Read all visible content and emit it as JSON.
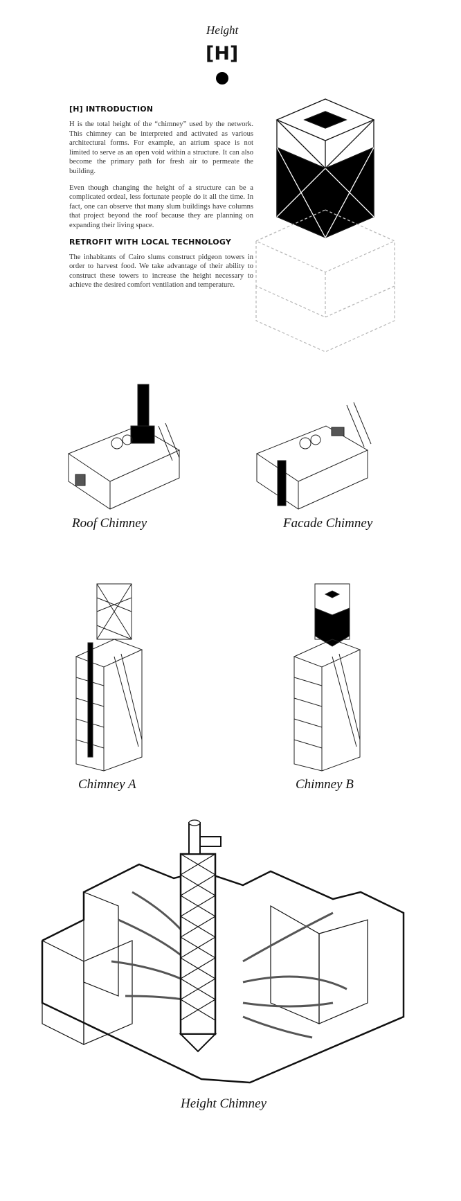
{
  "header": {
    "title": "Height",
    "code": "[H]",
    "marker": "filled-circle"
  },
  "intro": {
    "heading": "[H] INTRODUCTION",
    "paragraphs": [
      "H is the total height of the “chimney” used by the network. This chimney can be interpreted and activated as various architectural forms. For example, an atrium space is not limited to serve as an open void within a structure. It can also become the primary path for fresh air to permeate the building.",
      "Even though changing the height of a structure can be a complicated ordeal, less fortunate people do it all the time. In fact, one can observe that many slum buildings have columns that project beyond the roof because they are planning on expanding their living space."
    ]
  },
  "retrofit": {
    "heading": "RETROFIT WITH LOCAL TECHNOLOGY",
    "paragraph": "The inhabitants of Cairo slums construct pidgeon towers in order to harvest food. We take advantage of their ability to construct these towers to increase the height necessary to achieve the desired comfort ventilation and temperature."
  },
  "figures": [
    {
      "caption": "Roof  Chimney"
    },
    {
      "caption": "Facade Chimney"
    },
    {
      "caption": "Chimney A"
    },
    {
      "caption": "Chimney B"
    },
    {
      "caption": "Height Chimney"
    }
  ]
}
